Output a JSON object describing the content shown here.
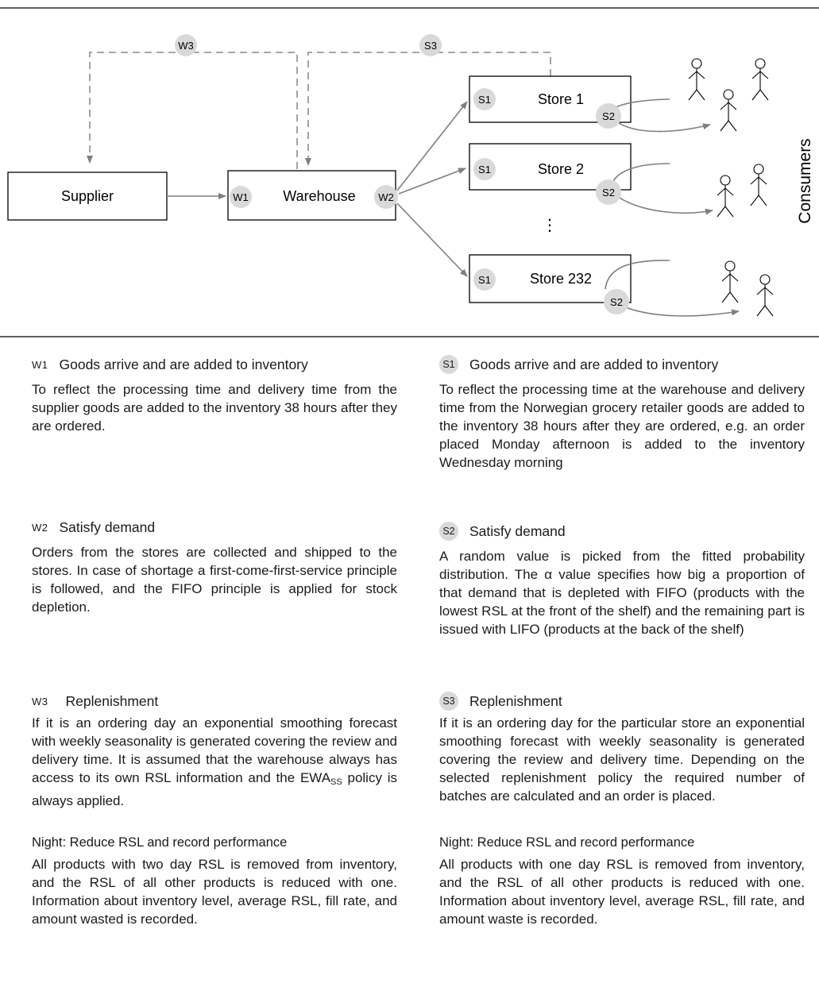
{
  "diagram": {
    "supplier": "Supplier",
    "warehouse": "Warehouse",
    "stores": [
      "Store 1",
      "Store 2",
      "Store 232"
    ],
    "ellipsis": "⋮",
    "consumers": "Consumers",
    "badges": {
      "w1": "W1",
      "w2": "W2",
      "w3": "W3",
      "s1": "S1",
      "s2": "S2",
      "s3": "S3"
    }
  },
  "left": {
    "w1": {
      "badge": "W1",
      "title": "Goods arrive and are added to inventory",
      "body": "To reflect the processing time and delivery time from the supplier goods are added to the inventory 38 hours after they are ordered."
    },
    "w2": {
      "badge": "W2",
      "title": "Satisfy demand",
      "body": "Orders from the stores are collected and shipped to the stores. In case of shortage a first-come-first-service principle is followed, and the FIFO principle is applied for stock depletion."
    },
    "w3": {
      "badge": "W3",
      "title": "Replenishment",
      "body_pre": "If it is an ordering day an exponential smoothing forecast with weekly seasonality is generated covering the review and delivery time. It is assumed that the warehouse always has access to its own RSL information and the EWA",
      "body_sub": "SS",
      "body_post": " policy is always applied."
    },
    "night": {
      "title": "Night: Reduce RSL and record performance",
      "body": "All products with two day RSL is removed from inventory, and the RSL of all other products is reduced with one. Information about inventory level, average RSL, fill rate, and amount wasted is recorded."
    }
  },
  "right": {
    "s1": {
      "badge": "S1",
      "title": "Goods arrive and are added to inventory",
      "body": "To reflect the processing time at the warehouse and delivery time from the Norwegian grocery retailer goods are added to the inventory 38 hours after they are ordered, e.g. an order placed Monday afternoon is added to the inventory Wednesday morning"
    },
    "s2": {
      "badge": "S2",
      "title": "Satisfy demand",
      "body": "A random value is picked from the fitted probability distribution. The α value specifies how big a proportion of that demand that is depleted with FIFO (products with the lowest RSL at the front of the shelf) and the remaining part is issued with LIFO (products at the back of the shelf)"
    },
    "s3": {
      "badge": "S3",
      "title": "Replenishment",
      "body": "If it is an ordering day for the particular store an exponential smoothing forecast with weekly seasonality is generated covering the review and delivery time. Depending on the selected replenishment policy the required number of batches are calculated and an order is placed."
    },
    "night": {
      "title": "Night: Reduce RSL and record performance",
      "body": "All products with one day RSL is removed from inventory, and the RSL of all other products is reduced with one. Information about inventory level, average RSL, fill rate, and amount waste is recorded."
    }
  },
  "colors": {
    "line": "#7f7f7f",
    "dash": "#999999",
    "badge": "#d9d9d9",
    "border": "#000000"
  }
}
